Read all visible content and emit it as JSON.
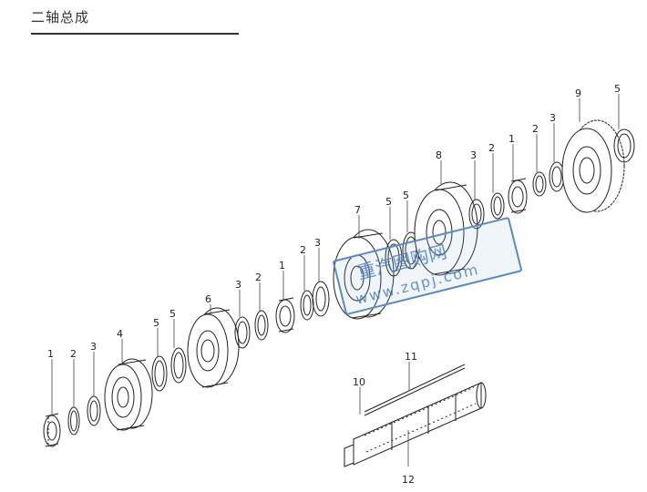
{
  "title": "二轴总成",
  "watermark": {
    "cn": "重汽图购网",
    "url": "www.zqpj.com",
    "color": "#4f7fbf"
  },
  "callouts": [
    "1",
    "2",
    "3",
    "4",
    "5",
    "5",
    "6",
    "3",
    "2",
    "1",
    "2",
    "3",
    "7",
    "5",
    "5",
    "8",
    "3",
    "2",
    "1",
    "2",
    "3",
    "9",
    "5",
    "10",
    "11",
    "12"
  ]
}
